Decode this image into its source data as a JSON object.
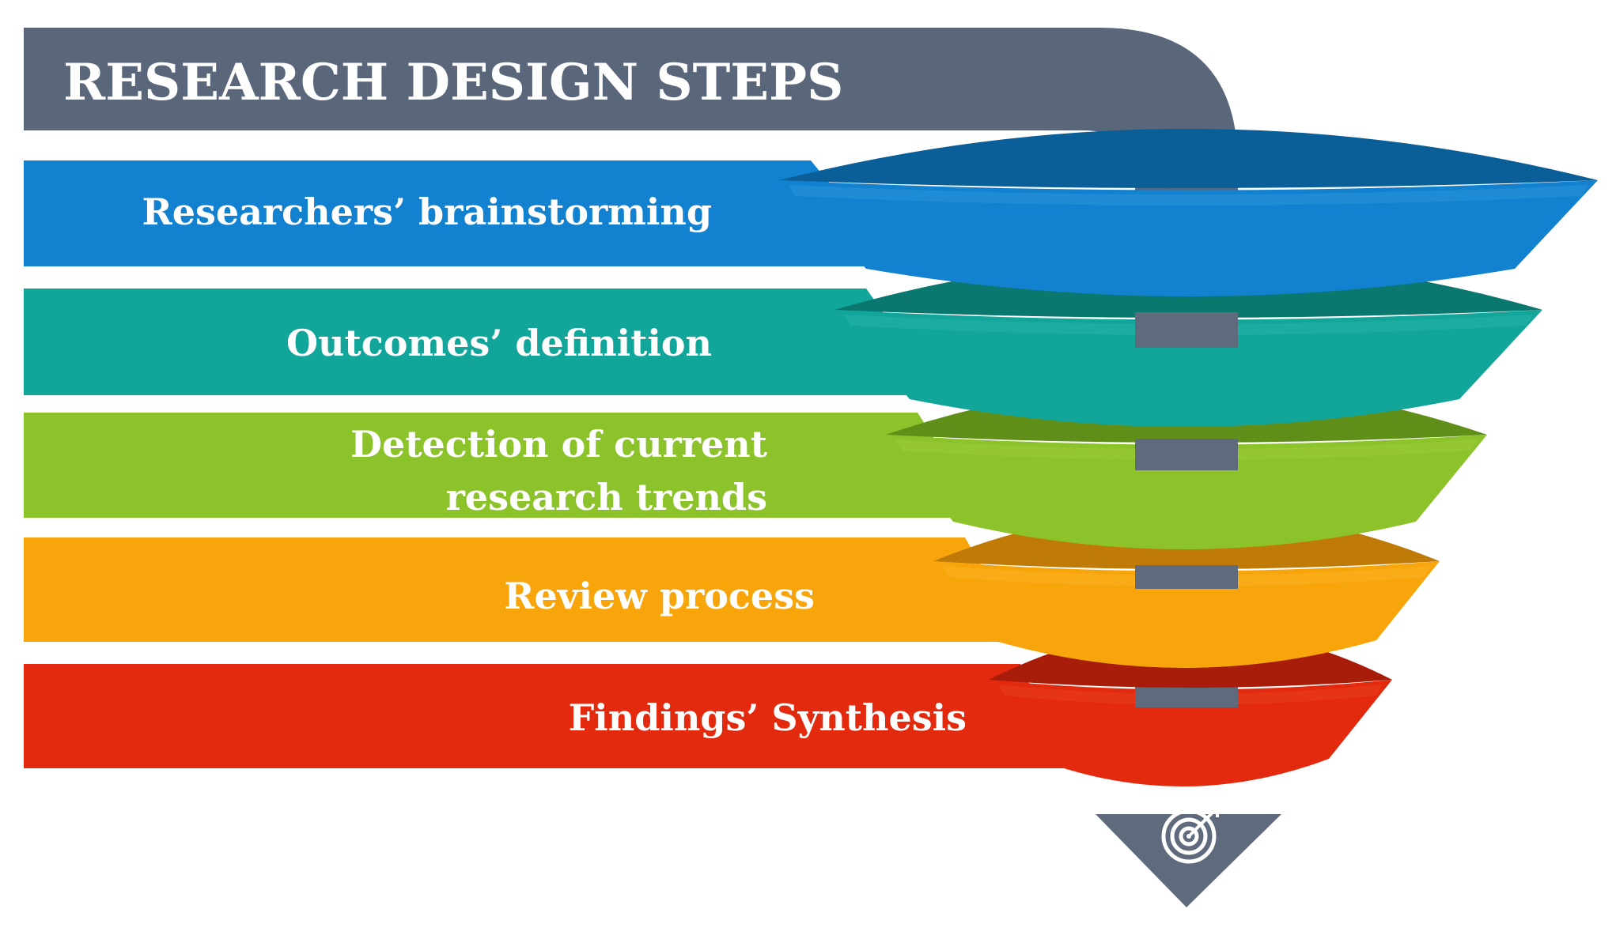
{
  "title": "RESEARCH DESIGN STEPS",
  "colors": {
    "background": "#ffffff",
    "title_band": "#5a6679",
    "pipe": "#5f6b7d",
    "text": "#ffffff"
  },
  "steps": [
    {
      "lines": [
        "Researchers’ brainstorming"
      ],
      "color": "#1281cf",
      "dark": "#0b5f98",
      "light": "#2a93da"
    },
    {
      "lines": [
        "Outcomes’ definition"
      ],
      "color": "#12a59a",
      "dark": "#0b786f",
      "light": "#25b3a8"
    },
    {
      "lines": [
        "Detection of current",
        "research trends"
      ],
      "color": "#8cc22a",
      "dark": "#5f8f18",
      "light": "#9bcc36"
    },
    {
      "lines": [
        "Review process"
      ],
      "color": "#f7a50a",
      "dark": "#c07a08",
      "light": "#fbb322"
    },
    {
      "lines": [
        "Findings’ Synthesis"
      ],
      "color": "#e32a0e",
      "dark": "#a81d0a",
      "light": "#ea3c1e"
    }
  ],
  "target_icon": "target-icon"
}
